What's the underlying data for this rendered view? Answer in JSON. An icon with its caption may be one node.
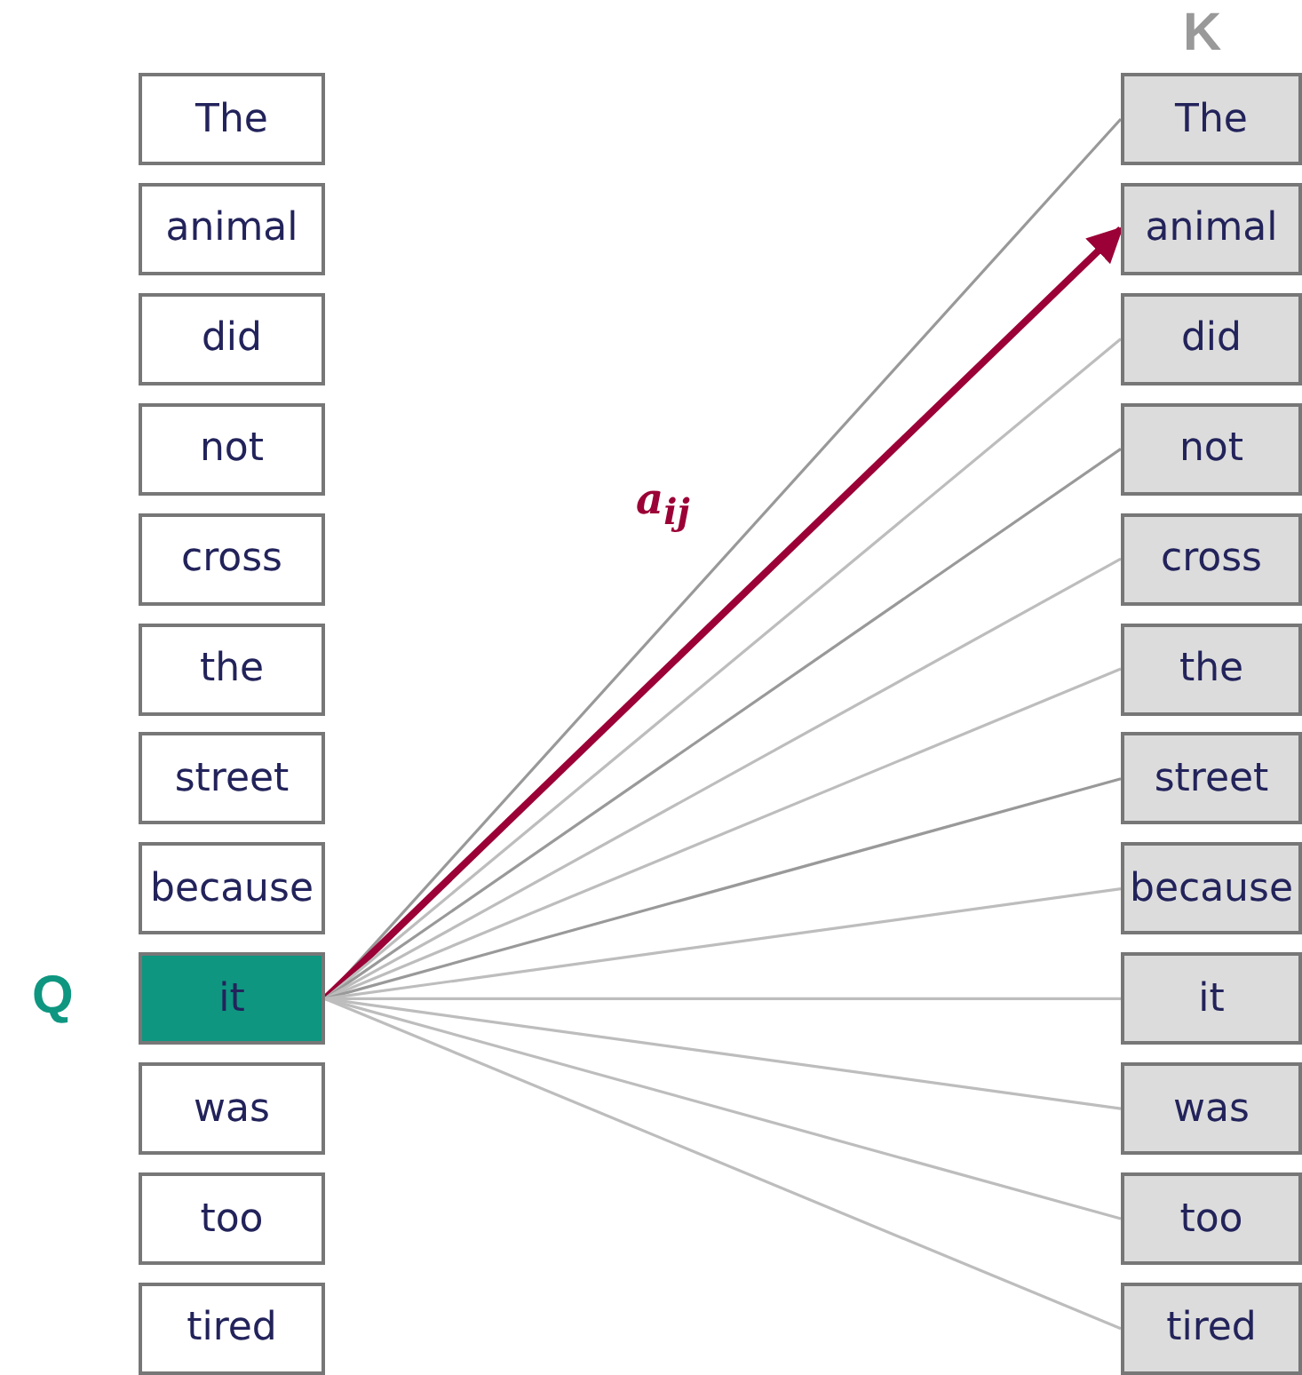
{
  "diagram": {
    "nodes": [
      {
        "text": [
          "The"
        ]
      },
      {
        "text": [
          "animal"
        ]
      },
      {
        "text": [
          "did"
        ]
      },
      {
        "text": [
          "not"
        ]
      },
      {
        "text": [
          "cross"
        ]
      },
      {
        "text": [
          "the"
        ]
      },
      {
        "text": [
          "street"
        ]
      },
      {
        "text": [
          "because"
        ]
      },
      {
        "text": [
          "it"
        ],
        "beside": [
          "Q"
        ]
      },
      {
        "text": [
          "was"
        ]
      },
      {
        "text": [
          "too"
        ]
      },
      {
        "text": [
          "tired"
        ]
      },
      {
        "text": [
          "The"
        ],
        "beside": [
          "K"
        ]
      },
      {
        "text": [
          "animal"
        ]
      },
      {
        "text": [
          "did"
        ]
      },
      {
        "text": [
          "not"
        ]
      },
      {
        "text": [
          "cross"
        ]
      },
      {
        "text": [
          "the"
        ]
      },
      {
        "text": [
          "street"
        ]
      },
      {
        "text": [
          "because"
        ]
      },
      {
        "text": [
          "it"
        ]
      },
      {
        "text": [
          "was"
        ]
      },
      {
        "text": [
          "too"
        ]
      },
      {
        "text": [
          "tired"
        ]
      }
    ],
    "edges": [
      {
        "from": 8,
        "to": 12,
        "arrow": "none",
        "color": "#999999"
      },
      {
        "from": 8,
        "to": 13,
        "arrow": "to",
        "label": "a$_{ij}$",
        "style": "thick",
        "color": "#9b0036"
      },
      {
        "from": 8,
        "to": 14,
        "arrow": "none"
      },
      {
        "from": 8,
        "to": 15,
        "arrow": "none",
        "color": "#999999"
      },
      {
        "from": 8,
        "to": 16,
        "arrow": "none"
      },
      {
        "from": 8,
        "to": 17,
        "arrow": "none"
      },
      {
        "from": 8,
        "to": 18,
        "arrow": "none",
        "color": "#999999"
      },
      {
        "from": 8,
        "to": 19,
        "arrow": "none"
      },
      {
        "from": 8,
        "to": 20,
        "arrow": "none"
      },
      {
        "from": 8,
        "to": 21,
        "arrow": "none"
      },
      {
        "from": 8,
        "to": 22,
        "arrow": "none"
      },
      {
        "from": 8,
        "to": 23,
        "arrow": "none"
      }
    ]
  }
}
